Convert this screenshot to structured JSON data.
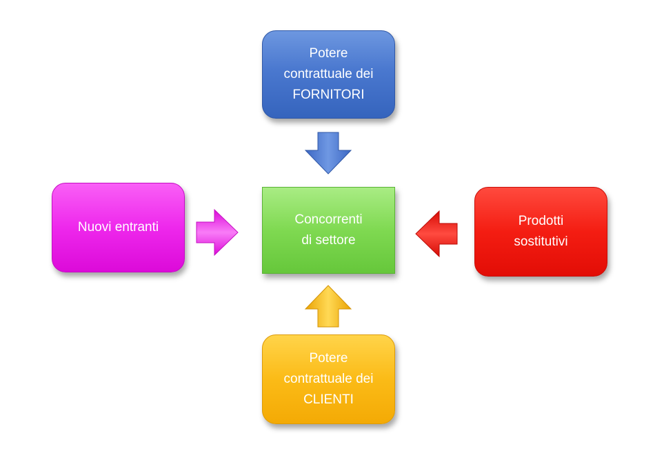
{
  "diagram": {
    "nodes": {
      "suppliers": {
        "label": "Potere\ncontrattuale dei\nFORNITORI",
        "color": "#4a78cf"
      },
      "new_entrants": {
        "label": "Nuovi entranti",
        "color": "#ee28ec"
      },
      "competitors": {
        "label": "Concorrenti\ndi settore",
        "color": "#7fd951"
      },
      "substitutes": {
        "label": "Prodotti\nsostitutivi",
        "color": "#f41d12"
      },
      "customers": {
        "label": "Potere\ncontrattuale dei\nCLIENTI",
        "color": "#fbbb17"
      }
    },
    "edges": [
      {
        "from": "suppliers",
        "to": "competitors"
      },
      {
        "from": "new_entrants",
        "to": "competitors"
      },
      {
        "from": "substitutes",
        "to": "competitors"
      },
      {
        "from": "customers",
        "to": "competitors"
      }
    ]
  }
}
